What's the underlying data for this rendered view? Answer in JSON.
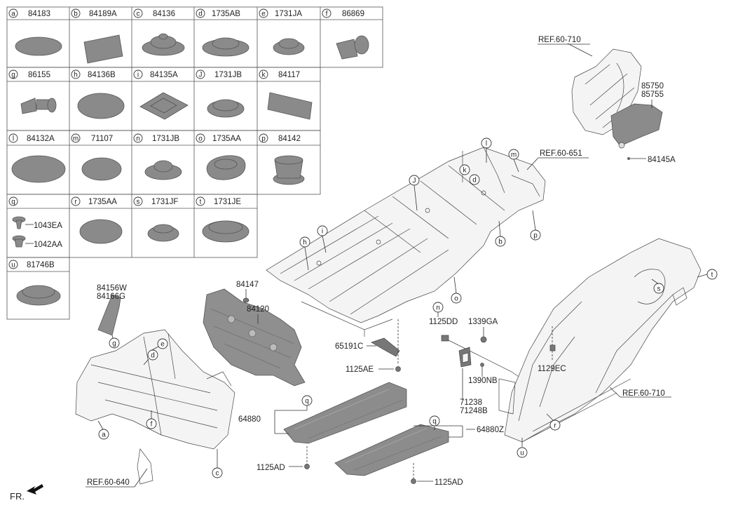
{
  "grid_cells": [
    {
      "letter": "a",
      "part": "84183"
    },
    {
      "letter": "b",
      "part": "84189A"
    },
    {
      "letter": "c",
      "part": "84136"
    },
    {
      "letter": "d",
      "part": "1735AB"
    },
    {
      "letter": "e",
      "part": "1731JA"
    },
    {
      "letter": "f",
      "part": "86869"
    },
    {
      "letter": "g",
      "part": "86155"
    },
    {
      "letter": "h",
      "part": "84136B"
    },
    {
      "letter": "i",
      "part": "84135A"
    },
    {
      "letter": "J",
      "part": "1731JB"
    },
    {
      "letter": "k",
      "part": "84117"
    },
    {
      "letter": "l",
      "part": "84132A"
    },
    {
      "letter": "m",
      "part": "71107"
    },
    {
      "letter": "n",
      "part": "1731JB"
    },
    {
      "letter": "o",
      "part": "1735AA"
    },
    {
      "letter": "p",
      "part": "84142"
    },
    {
      "letter": "q",
      "part": ""
    },
    {
      "letter": "r",
      "part": "1735AA"
    },
    {
      "letter": "s",
      "part": "1731JF"
    },
    {
      "letter": "t",
      "part": "1731JE"
    },
    {
      "letter": "u",
      "part": "81746B"
    }
  ],
  "q_parts": [
    "1043EA",
    "1042AA"
  ],
  "labels": {
    "ref_710_top": "REF.60-710",
    "p85750": "85750",
    "p85755": "85755",
    "p84145a": "84145A",
    "ref_651": "REF.60-651",
    "p84156w": "84156W",
    "p84166g": "84166G",
    "p84147": "84147",
    "p84120": "84120",
    "p1125dd": "1125DD",
    "p1339ga": "1339GA",
    "p65191c": "65191C",
    "p1125ae": "1125AE",
    "p1390nb": "1390NB",
    "p71238": "71238",
    "p71248b": "71248B",
    "p1129ec": "1129EC",
    "ref_710_bottom": "REF.60-710",
    "p64880": "64880",
    "p64880z": "64880Z",
    "p1125ad_left": "1125AD",
    "p1125ad_right": "1125AD",
    "ref_640": "REF.60-640",
    "fr": "FR."
  },
  "callouts": {
    "l": "l",
    "m": "m",
    "k": "k",
    "d": "d",
    "J": "J",
    "i": "i",
    "h": "h",
    "b": "b",
    "p": "p",
    "o": "o",
    "n": "n",
    "s": "s",
    "t": "t",
    "r": "r",
    "u": "u",
    "q1": "q",
    "q2": "q",
    "g": "g",
    "e": "e",
    "d2": "d",
    "f": "f",
    "a": "a",
    "c": "c"
  }
}
